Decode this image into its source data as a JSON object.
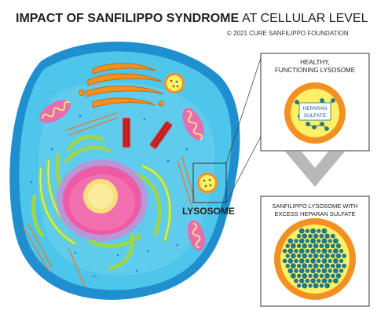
{
  "header": {
    "title_bold": "IMPACT OF SANFILIPPO SYNDROME",
    "title_regular": "AT CELLULAR LEVEL",
    "credit": "© 2021 CURE SANFILIPPO FOUNDATION"
  },
  "cell": {
    "lysosome_label": "LYSOSOME"
  },
  "panels": {
    "healthy_line1": "HEALTHY,",
    "healthy_line2": "FUNCTIONING LYSOSOME",
    "heparan_line1": "HEPARAN",
    "heparan_line2": "SULFATE",
    "sanfilippo_line1": "SANFILIPPO LYSOSOME WITH",
    "sanfilippo_line2": "EXCESS HEPARAN SULFATE"
  },
  "colors": {
    "cytoplasm": "#4ec5ea",
    "cell_membrane": "#1f8fd0",
    "nucleus_outer": "#b896d8",
    "nucleus_inner": "#ee5aa3",
    "nucleolus": "#f7e07a",
    "er": "#9bd64e",
    "golgi": "#f29122",
    "mitochondria": "#e66db0",
    "lysosome_ring": "#f29122",
    "lysosome_fill": "#fff066",
    "heparan_dot": "#1f7a86",
    "arrow": "#b8b8b8",
    "text": "#222222"
  }
}
